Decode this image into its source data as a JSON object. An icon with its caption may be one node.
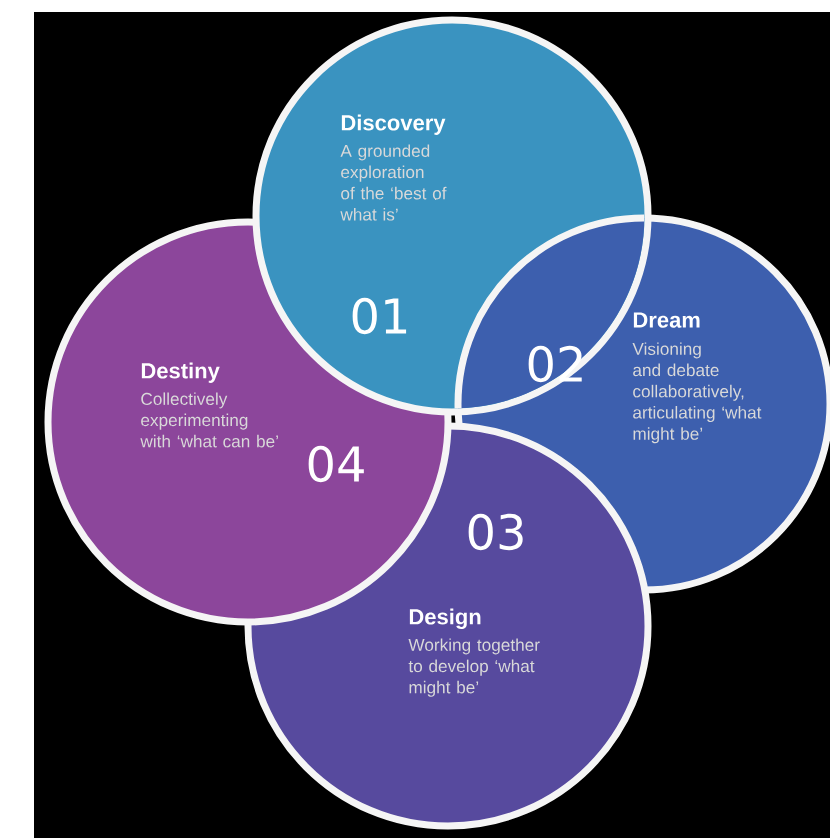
{
  "diagram": {
    "nodes": [
      {
        "text": [
          "Discovery",
          "A grounded exploration of the ‘best of what is’",
          "01"
        ]
      },
      {
        "text": [
          "02",
          "Dream",
          "Visioning and debate collaboratively, articulating ‘what might be’"
        ]
      },
      {
        "text": [
          "03",
          "Design",
          "Working together to develop ‘what might be’"
        ]
      },
      {
        "text": [
          "Destiny",
          "Collectively experimenting with ‘what can be’",
          "04"
        ]
      }
    ]
  }
}
